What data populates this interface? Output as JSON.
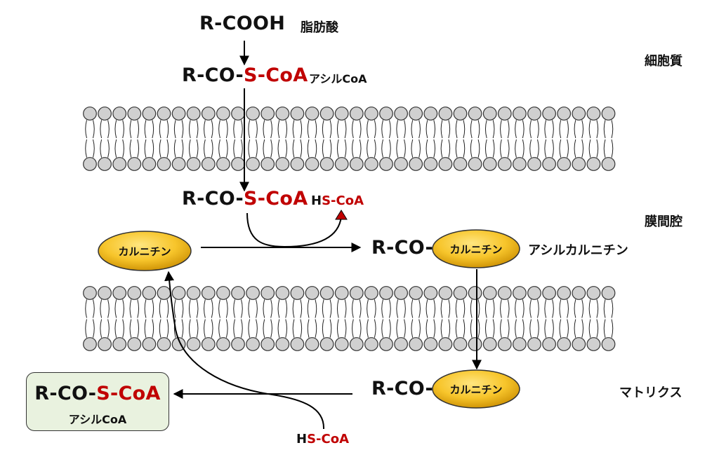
{
  "labels": {
    "fatty_acid_formula": "R-COOH",
    "fatty_acid_name": "脂肪酸",
    "rco": "R-CO-",
    "scoa": "S-CoA",
    "h": "H",
    "acyl_coa": "アシルCoA",
    "cytoplasm": "細胞質",
    "intermembrane": "膜間腔",
    "matrix": "マトリクス",
    "acylcarnitine": "アシルカルニチン",
    "carnitine": "カルニチン"
  },
  "colors": {
    "red_text": "#c00000",
    "lipid_head": "#d0d0d0",
    "ellipse_light": "#ffe066",
    "ellipse_dark": "#d89a00",
    "box_fill": "#e9f2df"
  }
}
